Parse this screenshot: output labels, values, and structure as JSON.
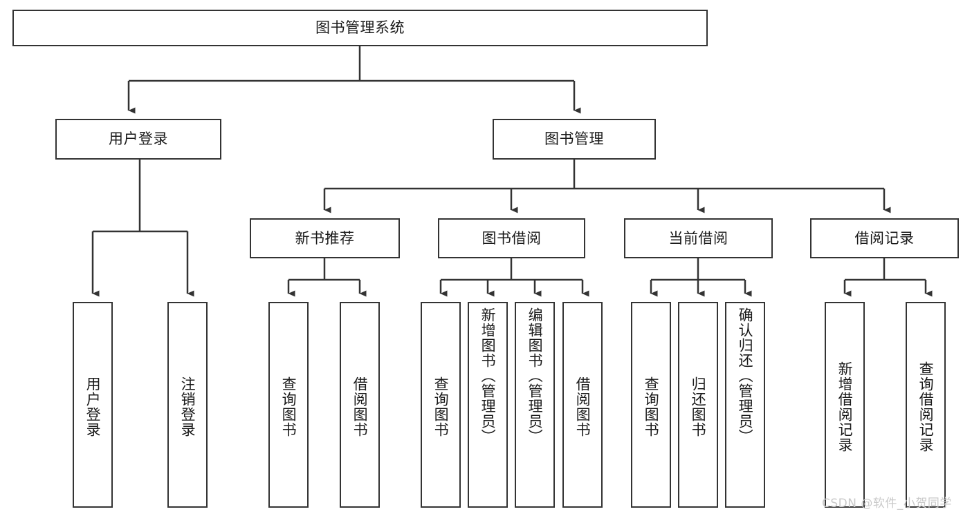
{
  "diagram": {
    "type": "tree-hierarchy",
    "root": {
      "label": "图书管理系统",
      "orientation": "horizontal"
    },
    "level2": [
      {
        "label": "用户登录",
        "orientation": "horizontal"
      },
      {
        "label": "图书管理",
        "orientation": "horizontal"
      }
    ],
    "level3": [
      {
        "label": "新书推荐",
        "orientation": "horizontal"
      },
      {
        "label": "图书借阅",
        "orientation": "horizontal"
      },
      {
        "label": "当前借阅",
        "orientation": "horizontal"
      },
      {
        "label": "借阅记录",
        "orientation": "horizontal"
      }
    ],
    "leaves": {
      "user_login": [
        {
          "label": "用户登录",
          "orientation": "vertical"
        },
        {
          "label": "注销登录",
          "orientation": "vertical"
        }
      ],
      "new_book_recommend": [
        {
          "label": "查询图书",
          "orientation": "vertical"
        },
        {
          "label": "借阅图书",
          "orientation": "vertical"
        }
      ],
      "book_borrow": [
        {
          "label": "查询图书",
          "orientation": "vertical"
        },
        {
          "label": "新增图书（管理员）",
          "orientation": "vertical"
        },
        {
          "label": "编辑图书（管理员）",
          "orientation": "vertical"
        },
        {
          "label": "借阅图书",
          "orientation": "vertical"
        }
      ],
      "current_borrow": [
        {
          "label": "查询图书",
          "orientation": "vertical"
        },
        {
          "label": "归还图书",
          "orientation": "vertical"
        },
        {
          "label": "确认归还（管理员）",
          "orientation": "vertical"
        }
      ],
      "borrow_record": [
        {
          "label": "新增借阅记录",
          "orientation": "vertical"
        },
        {
          "label": "查询借阅记录",
          "orientation": "vertical"
        }
      ]
    },
    "watermark": "CSDN @软件_小贺同学",
    "colors": {
      "background": "#ffffff",
      "border": "#333333",
      "text": "#1a1a1a",
      "connector": "#333333",
      "watermark": "#c9c9c9"
    }
  }
}
